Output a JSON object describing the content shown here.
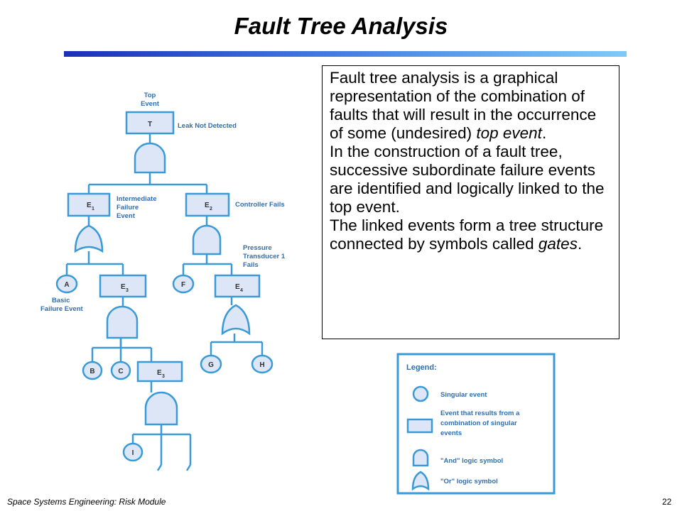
{
  "slide": {
    "title": "Fault Tree Analysis",
    "page_number": "22",
    "footer": "Space Systems Engineering: Risk Module"
  },
  "textbox": {
    "p1_a": "Fault tree analysis is a graphical representation of the combination of faults that will result in the occurrence of some (undesired) ",
    "p1_em": "top event",
    "p1_b": ".",
    "p2": "In the construction of a fault tree, successive subordinate failure events are identified and logically linked to the top event.",
    "p3_a": "The linked events form a tree structure connected by symbols called ",
    "p3_em": "gates",
    "p3_b": "."
  },
  "diagram": {
    "top_label_1": "Top",
    "top_label_2": "Event",
    "T": "T",
    "T_desc": "Leak Not Detected",
    "E1": "E",
    "E1_sub": "1",
    "E1_desc_1": "Intermediate",
    "E1_desc_2": "Failure",
    "E1_desc_3": "Event",
    "E2": "E",
    "E2_sub": "2",
    "E2_desc": "Controller Fails",
    "E4_desc_1": "Pressure",
    "E4_desc_2": "Transducer 1",
    "E4_desc_3": "Fails",
    "A": "A",
    "A_desc_1": "Basic",
    "A_desc_2": "Failure Event",
    "E3": "E",
    "E3_sub": "3",
    "F": "F",
    "E4": "E",
    "E4_sub": "4",
    "B": "B",
    "C": "C",
    "E5": "E",
    "E5_sub": "3",
    "G": "G",
    "H": "H",
    "I": "I"
  },
  "legend": {
    "title": "Legend:",
    "singular": "Singular event",
    "combo_1": "Event that results from a",
    "combo_2": "combination of singular",
    "combo_3": "events",
    "and": "\"And\" logic symbol",
    "or": "\"Or\" logic symbol"
  }
}
